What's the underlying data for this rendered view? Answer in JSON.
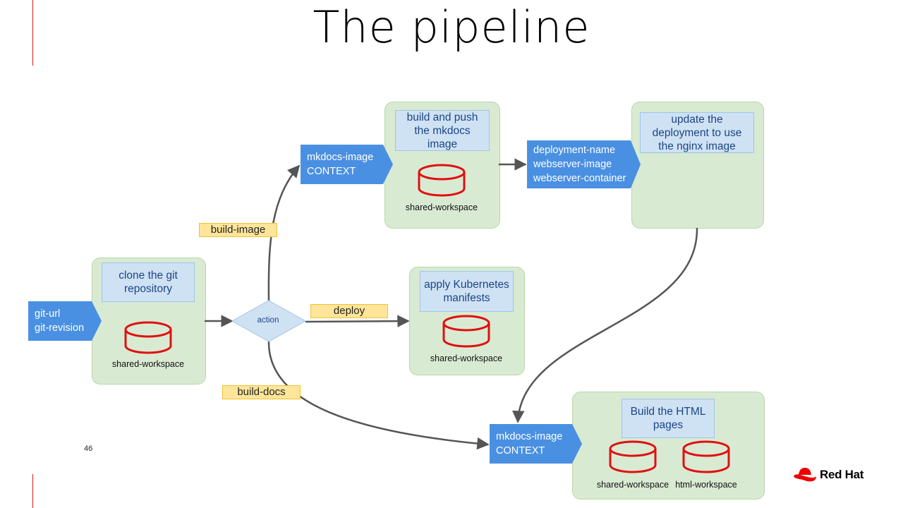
{
  "title": "The pipeline",
  "slide_number": "46",
  "brand": {
    "name": "Red Hat",
    "color": "#ee0000"
  },
  "colors": {
    "task_fill": "#d9ead3",
    "task_label_fill": "#cfe2f3",
    "param_fill": "#4a90e2",
    "condition_fill": "#ffe599",
    "workspace_stroke": "#e01010",
    "arrow": "#555555"
  },
  "params": {
    "git": [
      "git-url",
      "git-revision"
    ],
    "build_image": [
      "mkdocs-image",
      "CONTEXT"
    ],
    "deploy": [
      "deployment-name",
      "webserver-image",
      "webserver-container"
    ],
    "build_docs": [
      "mkdocs-image",
      "CONTEXT"
    ]
  },
  "tasks": {
    "clone": {
      "label": "clone the git repository",
      "workspace": "shared-workspace"
    },
    "build_push": {
      "label": "build and push the mkdocs image",
      "workspace": "shared-workspace"
    },
    "update": {
      "label": "update the deployment to use the nginx image"
    },
    "apply": {
      "label": "apply Kubernetes manifests",
      "workspace": "shared-workspace"
    },
    "build_html": {
      "label": "Build the HTML pages",
      "workspaces": [
        "shared-workspace",
        "html-workspace"
      ]
    }
  },
  "decision": {
    "label": "action"
  },
  "conditions": {
    "build_image": "build-image",
    "deploy": "deploy",
    "build_docs": "build-docs"
  },
  "icons": {
    "workspace": "database-cylinder-icon",
    "logo": "red-hat-fedora-icon"
  }
}
